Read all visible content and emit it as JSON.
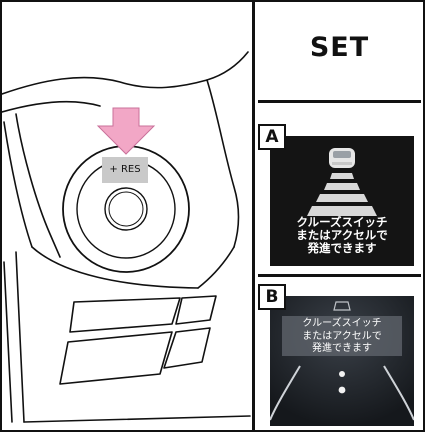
{
  "right": {
    "set_label": "SET",
    "panel_a": {
      "badge": "A",
      "message": [
        "クルーズスイッチ",
        "またはアクセルで",
        "発進できます"
      ]
    },
    "panel_b": {
      "badge": "B",
      "message": [
        "クルーズスイッチ",
        "またはアクセルで",
        "発進できます"
      ]
    }
  },
  "left": {
    "res_label": "+ RES"
  },
  "colors": {
    "arrow_pink": "#f2a7c6",
    "line": "#111111",
    "screen_dark": "#141414",
    "message_box_gray": "#5f646c"
  },
  "icons": {
    "arrow": "down-arrow-icon",
    "car": "car-icon"
  }
}
